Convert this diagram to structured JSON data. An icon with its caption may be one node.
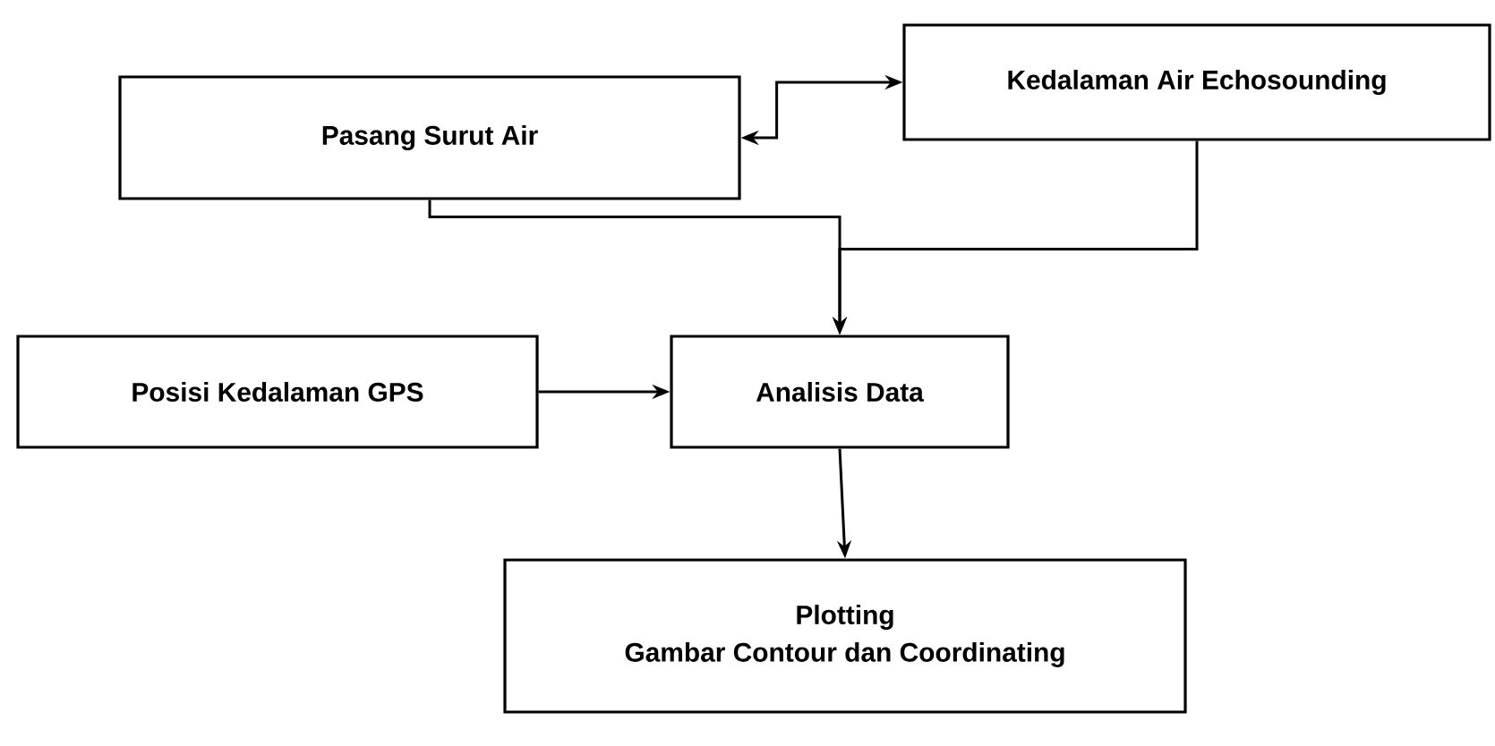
{
  "diagram": {
    "nodes": [
      {
        "text": [
          "Pasang Surut Air"
        ]
      },
      {
        "text": [
          "Kedalaman Air Echosounding"
        ]
      },
      {
        "text": [
          "Posisi Kedalaman GPS"
        ]
      },
      {
        "text": [
          "Analisis Data"
        ]
      },
      {
        "text": [
          "Plotting",
          "Gambar Contour dan Coordinating"
        ]
      }
    ],
    "edges": [
      {
        "from": 0,
        "to": 1,
        "arrow": "both"
      },
      {
        "from": 0,
        "to": 3,
        "arrow": "to"
      },
      {
        "from": 1,
        "to": 3,
        "arrow": "to"
      },
      {
        "from": 2,
        "to": 3,
        "arrow": "to"
      },
      {
        "from": 3,
        "to": 4,
        "arrow": "to"
      }
    ]
  }
}
